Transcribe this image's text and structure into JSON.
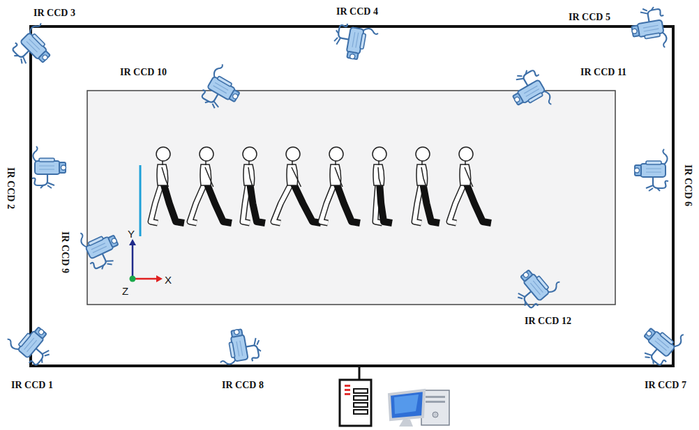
{
  "diagram": {
    "labels": [
      "IR CCD 3",
      "IR CCD 4",
      "IR CCD 5",
      "IR CCD 10",
      "IR CCD 11",
      "IR CCD 2",
      "IR CCD 6",
      "IR CCD 9",
      "Y",
      "X",
      "Z",
      "IR CCD 12",
      "IR CCD 1",
      "IR CCD 8",
      "IR CCD 7"
    ]
  }
}
